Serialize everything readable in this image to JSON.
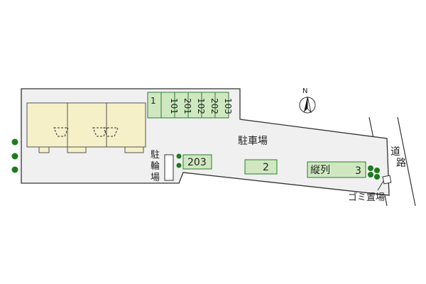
{
  "labels": {
    "parking_lot": "駐車場",
    "bicycle_parking": [
      "駐",
      "輪",
      "場"
    ],
    "road": [
      "道",
      "路"
    ],
    "garbage": "ゴミ置場",
    "north": "N"
  },
  "parking_slots": {
    "row_top": [
      "1",
      "101",
      "201",
      "102",
      "202",
      "103"
    ],
    "slot_203": "203",
    "slot_2": "2",
    "tandem_label": "縦列",
    "tandem_number": "3"
  },
  "colors": {
    "lot": "#f0f0f0",
    "outline": "#333333",
    "building": "#f5f0c8",
    "slot": "#cfe8c0",
    "slot_border": "#2e7d32",
    "tree": "#1e7a1e"
  },
  "icons": [
    "north-arrow-icon",
    "tree-icon"
  ]
}
